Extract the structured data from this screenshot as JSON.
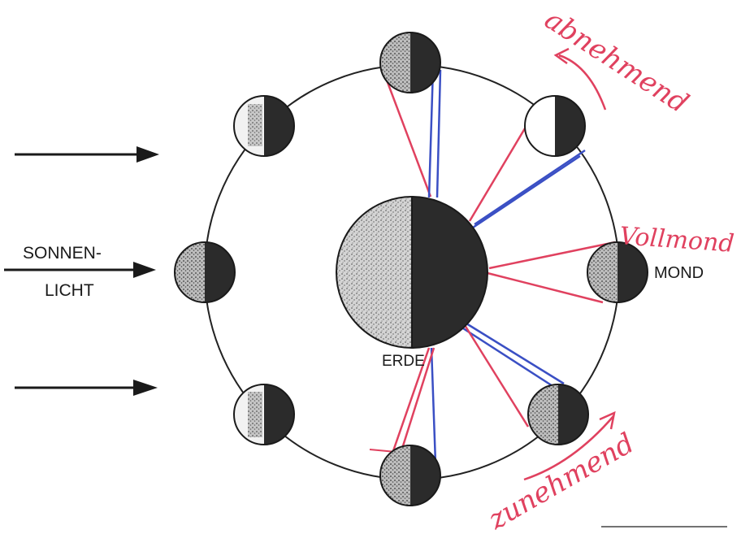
{
  "labels": {
    "sunlight_line1": "SONNEN-",
    "sunlight_line2": "LICHT",
    "earth": "ERDE",
    "moon": "MOND"
  },
  "annotations": {
    "waning": "abnehmend",
    "full_moon": "Vollmond",
    "waxing": "zunehmend"
  },
  "colors": {
    "ink": "#1a1a1a",
    "dark_half": "#2b2b2b",
    "lit_half": "#c9c9c9",
    "sight_red": "#e0415f",
    "sight_blue": "#3a4fc4",
    "orbit": "#222222"
  },
  "icons": [
    "sunlight-arrow-icon",
    "moon-phase-icon",
    "earth-icon"
  ]
}
